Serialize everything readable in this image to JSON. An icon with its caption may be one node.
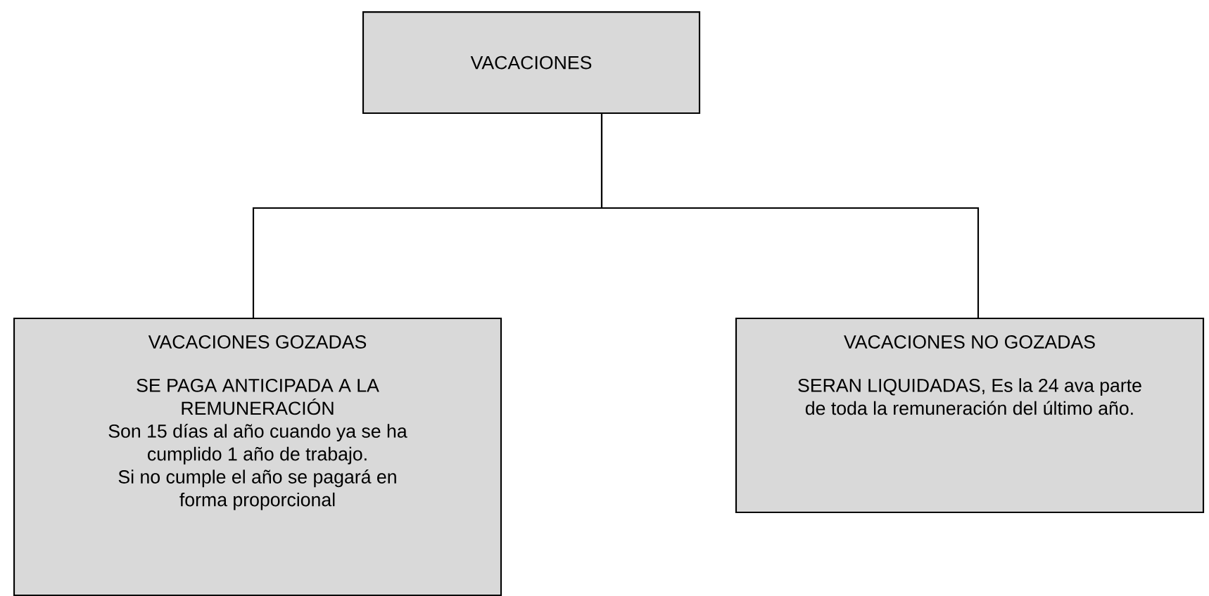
{
  "diagram": {
    "nodes": [
      {
        "text": [
          "VACACIONES"
        ]
      },
      {
        "text": [
          "VACACIONES GOZADAS",
          "SE PAGA ANTICIPADA A LA REMUNERACIÓN",
          "Son 15 días al año cuando ya se ha cumplido 1 año de trabajo.",
          "Si no cumple el año se pagará en forma proporcional"
        ]
      },
      {
        "text": [
          "VACACIONES NO GOZADAS",
          "SERAN LIQUIDADAS, Es la 24 ava parte de toda la remuneración del último año."
        ]
      }
    ],
    "edges": [
      {
        "from": 0,
        "to": 1,
        "arrow": "none"
      },
      {
        "from": 0,
        "to": 2,
        "arrow": "none"
      }
    ]
  }
}
